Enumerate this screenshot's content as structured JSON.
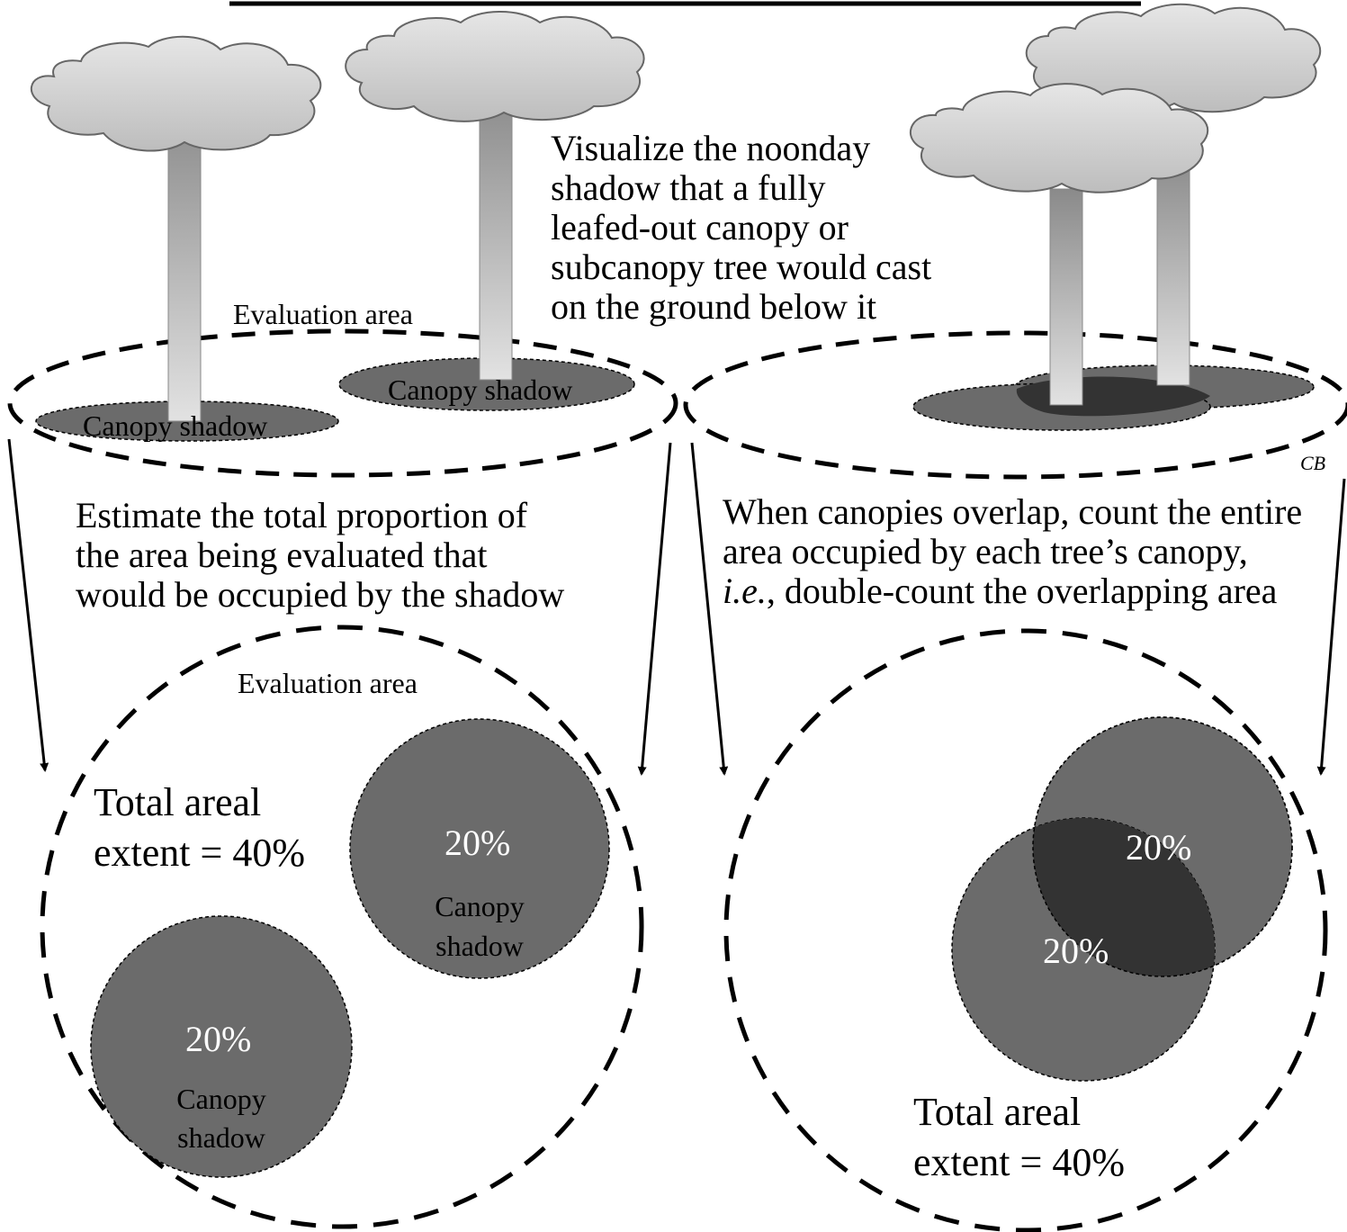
{
  "instruction_text": [
    "Visualize the noonday",
    "shadow that a fully",
    "leafed-out canopy or",
    "subcanopy tree would cast",
    "on the ground below it"
  ],
  "estimate_text": [
    "Estimate the total proportion of",
    "the area being evaluated that",
    "would be occupied by the shadow"
  ],
  "overlap_text": {
    "line1": "When canopies overlap, count the entire",
    "line2": "area occupied by each tree’s canopy,",
    "line3_italic": "i.e.",
    "line3_rest": ", double-count the overlapping area"
  },
  "evaluation_area_label": "Evaluation area",
  "canopy_shadow_label": "Canopy shadow",
  "canopy_shadow_lines": [
    "Canopy",
    "shadow"
  ],
  "percent_label": "20%",
  "total_lines": [
    "Total areal",
    "extent = 40%"
  ],
  "signature": "CB",
  "colors": {
    "shadow": "#6b6b6b",
    "overlap": "#333333",
    "cloud_fill": "#d0d0d0",
    "trunk_dark": "#8a8a8a",
    "trunk_light": "#dedede",
    "line": "#000000"
  }
}
